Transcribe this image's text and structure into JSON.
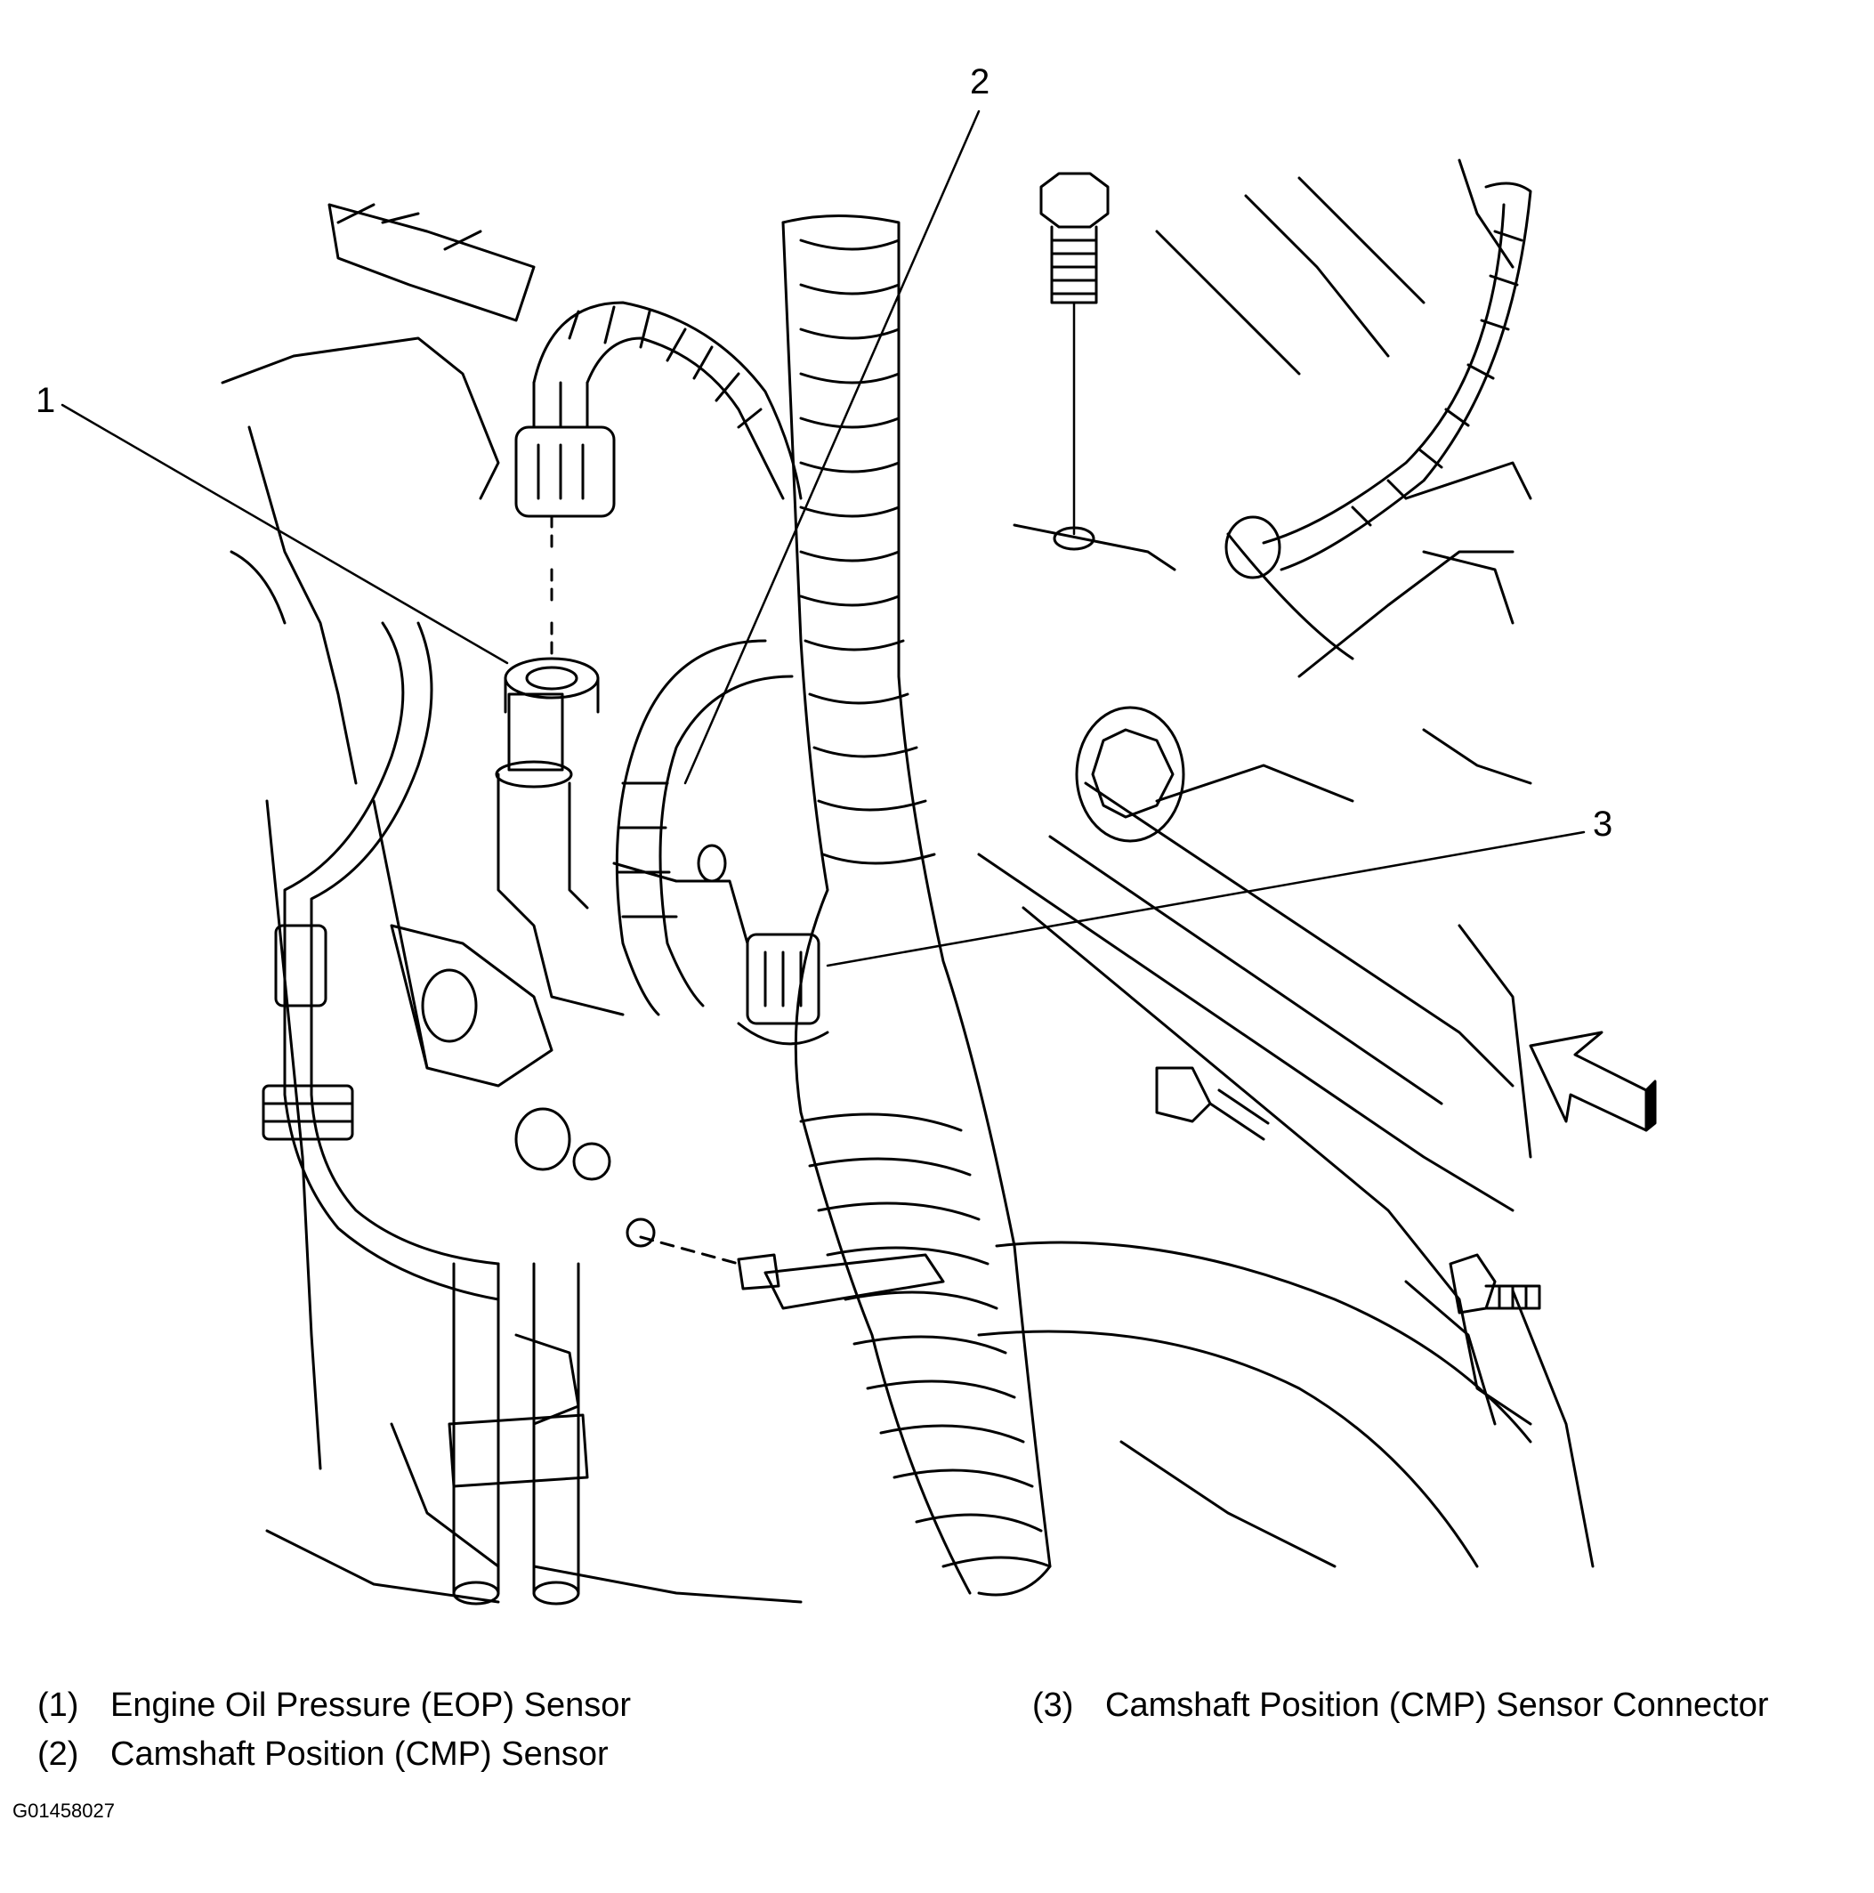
{
  "callouts": [
    {
      "id": "1",
      "label": "1"
    },
    {
      "id": "2",
      "label": "2"
    },
    {
      "id": "3",
      "label": "3"
    }
  ],
  "legend": [
    {
      "num": "(1)",
      "text": "Engine Oil Pressure (EOP) Sensor"
    },
    {
      "num": "(2)",
      "text": "Camshaft Position (CMP) Sensor"
    },
    {
      "num": "(3)",
      "text": "Camshaft Position (CMP) Sensor Connector"
    }
  ],
  "figure_id": "G01458027",
  "colors": {
    "line": "#000000",
    "background": "#ffffff"
  }
}
